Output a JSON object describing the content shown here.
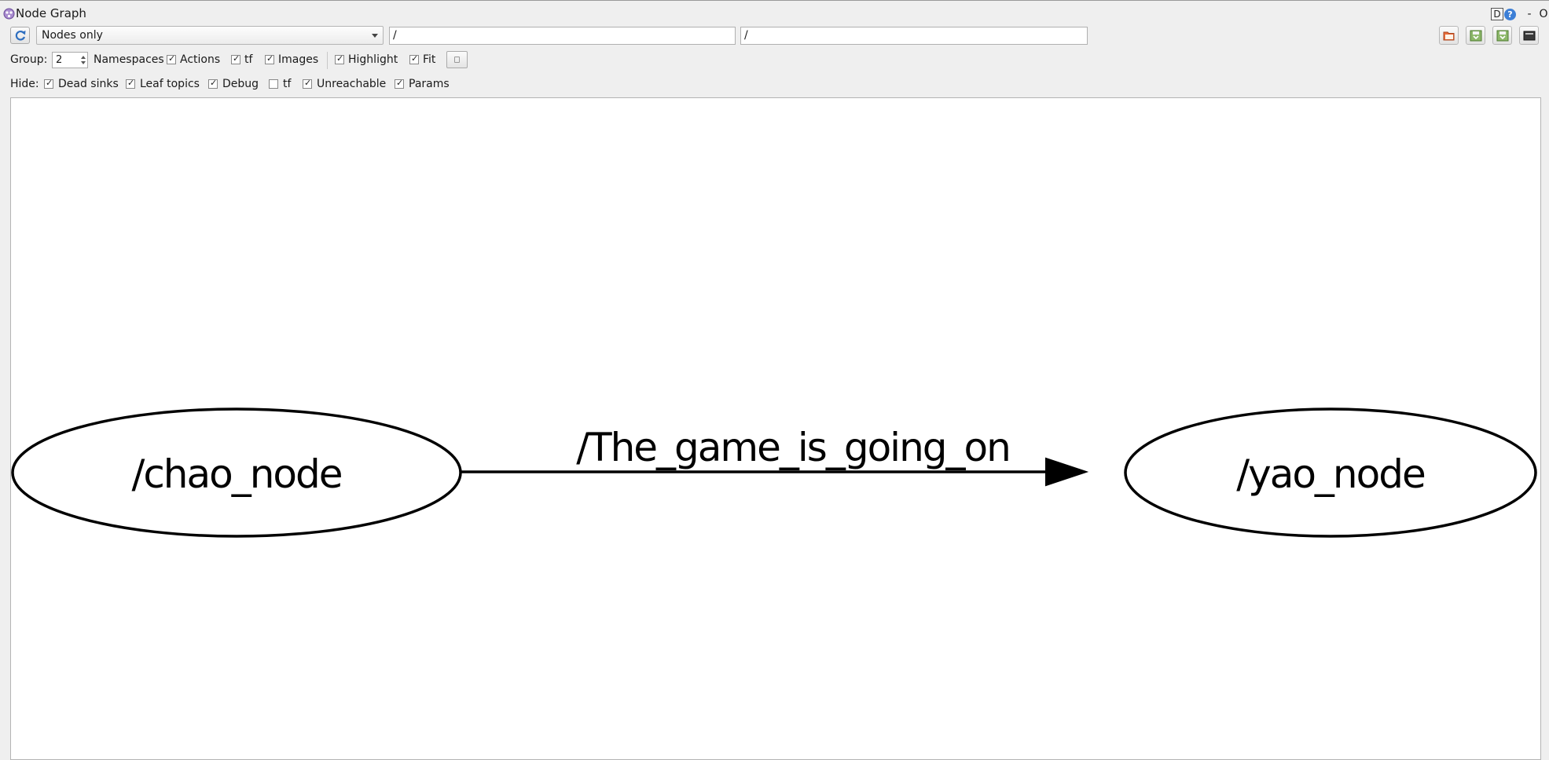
{
  "window": {
    "title": "Node Graph",
    "controls": {
      "d_label": "D",
      "help_label": "?",
      "minimize_label": "-",
      "close_label": "O"
    }
  },
  "toolbar": {
    "refresh_icon": "refresh-icon",
    "mode_selected": "Nodes only",
    "node_filter": "/",
    "topic_filter": "/",
    "right_buttons": [
      "load-dot-icon",
      "save-dot-icon",
      "save-svg-icon",
      "save-image-icon"
    ]
  },
  "options": {
    "group_label": "Group:",
    "group_value": "2",
    "namespaces_label": "Namespaces",
    "checkboxes": [
      {
        "label": "Actions",
        "checked": true
      },
      {
        "label": "tf",
        "checked": true
      },
      {
        "label": "Images",
        "checked": true
      },
      {
        "label": "Highlight",
        "checked": true
      },
      {
        "label": "Fit",
        "checked": true
      }
    ]
  },
  "hide": {
    "label": "Hide:",
    "checkboxes": [
      {
        "label": "Dead sinks",
        "checked": true
      },
      {
        "label": "Leaf topics",
        "checked": true
      },
      {
        "label": "Debug",
        "checked": true
      },
      {
        "label": "tf",
        "checked": false
      },
      {
        "label": "Unreachable",
        "checked": true
      },
      {
        "label": "Params",
        "checked": true
      }
    ]
  },
  "graph": {
    "nodes": [
      {
        "label": "/chao_node"
      },
      {
        "label": "/yao_node"
      }
    ],
    "edges": [
      {
        "label": "/The_game_is_going_on",
        "from": "/chao_node",
        "to": "/yao_node"
      }
    ]
  }
}
